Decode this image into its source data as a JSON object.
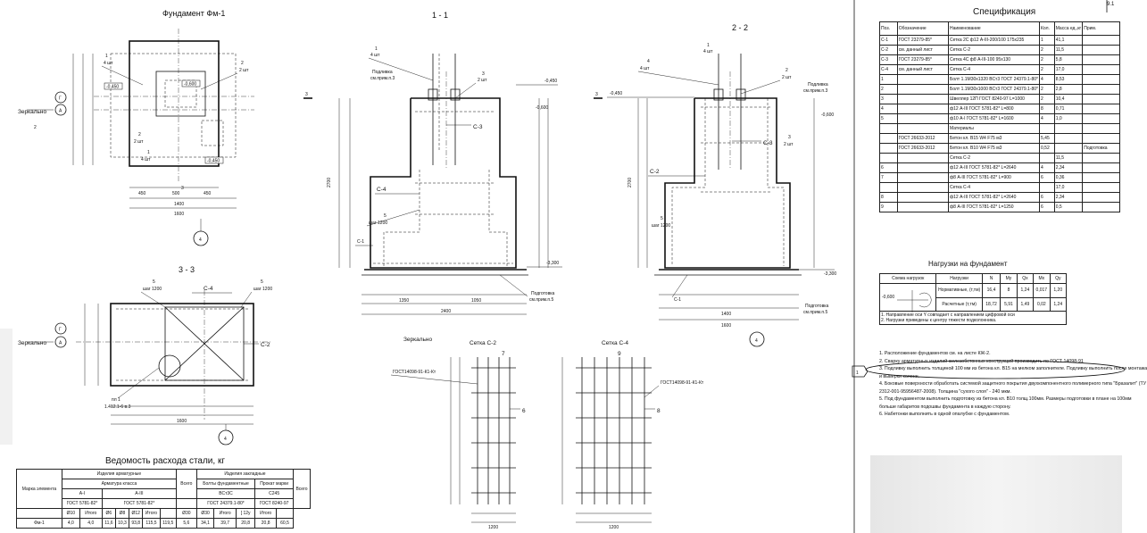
{
  "sheet_number": "9.1",
  "views": {
    "plan": {
      "title": "Фундамент Фм-1",
      "elev_1": "-0,450",
      "elev_2": "-0,600",
      "elev_3": "-0,450",
      "bolt_qty_1": "4",
      "bolt_unit_1": "4 шт",
      "bolt_qty_2": "2",
      "bolt_unit_2": "2 шт",
      "bolt_qty_3": "2",
      "bolt_unit_3": "2 шт",
      "bolt_qty_4": "1",
      "bolt_unit_4": "4 шт",
      "mirror_label": "Зеркально",
      "axis_g": "Г",
      "axis_a": "А",
      "axis_4": "4",
      "dim_450_l": "450",
      "dim_500": "500",
      "dim_450_r": "450",
      "dim_1400": "1400",
      "dim_1600": "1600",
      "cut_2": "2",
      "cut_3": "3"
    },
    "section_1": {
      "title": "1 - 1",
      "note_qty": "1",
      "note_unit": "4 шт",
      "podl_1": "Подливка",
      "podl_2": "см.прим.п.3",
      "bolt_qty": "3",
      "bolt_unit": "2 шт",
      "elev_top": "-0,450",
      "elev_top2": "-0,600",
      "elev_bot": "-3,300",
      "c3": "С-3",
      "c4": "С-4",
      "c1": "С-1",
      "bar_qty": "5",
      "bar_step": "шаг 1200",
      "dim_1350": "1350",
      "dim_1050": "1050",
      "dim_2400": "2400",
      "dim_1200": "1200",
      "dim_2700": "2700",
      "podg_1": "Подготовка",
      "podg_2": "см.прим.п.5",
      "cut": "3"
    },
    "section_2": {
      "title": "2 - 2",
      "note_qty": "1",
      "note_unit": "4 шт",
      "note2_qty": "4",
      "note2_unit": "4 шт",
      "bolt_qty": "2",
      "bolt_unit": "2 шт",
      "podl_1": "Подливка",
      "podl_2": "см.прим.п.3",
      "elev_top": "-0,450",
      "elev_top2": "-0,600",
      "elev_bot": "-3,300",
      "c2": "С-2",
      "c3": "С-3",
      "c1": "С-1",
      "bar_qty": "5",
      "bar_step": "шаг 1200",
      "podg_1": "Подготовка",
      "podg_2": "см.прим.п.5",
      "dim_1400": "1400",
      "dim_1600": "1600",
      "dim_2700": "2700",
      "axis_4": "4",
      "bolt3_qty": "3",
      "bolt3_unit": "2 шт",
      "cut": "3"
    },
    "section_3": {
      "title": "3 - 3",
      "c4": "С-4",
      "c2": "С-2",
      "bar_qty_l": "5",
      "bar_step_l": "шаг 1200",
      "bar_qty_r": "5",
      "bar_step_r": "шаг 1200",
      "mirror_label": "Зеркально",
      "axis_g": "Г",
      "axis_a": "А",
      "axis_4": "4",
      "pl_1": "пл 1",
      "pl_2": "1.412.1-6 в.3",
      "dim_1600": "1600"
    },
    "mesh_c2": {
      "title": "Сетка С-2",
      "pos_top": "7",
      "pos_side": "6",
      "gost": "ГОСТ14098-91-К1-Кт",
      "dim_bottom": "1200",
      "mirror_label": "Зеркально"
    },
    "mesh_c4": {
      "title": "Сетка С-4",
      "pos_top": "9",
      "pos_side": "8",
      "gost": "ГОСТ14098-91-К1-Кт",
      "dim_bottom": "1200"
    }
  },
  "spec": {
    "title": "Спецификация",
    "headers": [
      "Поз.",
      "Обозначение",
      "Наименование",
      "Кол.",
      "Масса ед.,кг",
      "Прим."
    ],
    "rows": [
      [
        "С-1",
        "ГОСТ 23279-85*",
        "Сетка 2С ф12 А-III-200/100 175х235",
        "1",
        "41,1",
        ""
      ],
      [
        "С-2",
        "см. данный лист",
        "Сетка С-2",
        "2",
        "11,5",
        ""
      ],
      [
        "С-3",
        "ГОСТ 23279-85*",
        "Сетка 4С ф8 А-III-100 95х130",
        "2",
        "5,8",
        ""
      ],
      [
        "С-4",
        "см. данный лист",
        "Сетка С-4",
        "2",
        "17,0",
        ""
      ],
      [
        "1",
        "",
        "Болт 1.1М30х1320 ВСт3 ГОСТ 24379.1-80*",
        "4",
        "8,53",
        ""
      ],
      [
        "2",
        "",
        "Болт 1.1М30х1000 ВСт3 ГОСТ 24379.1-80*",
        "2",
        "2,8",
        ""
      ],
      [
        "3",
        "",
        "Швеллер 12П ГОСТ 8240-97 L=1000",
        "2",
        "10,4",
        ""
      ],
      [
        "4",
        "",
        "ф12 А-III ГОСТ 5781-82* L=800",
        "8",
        "0,71",
        ""
      ],
      [
        "5",
        "",
        "ф10 А-I ГОСТ 5781-82* L=1600",
        "4",
        "1,0",
        ""
      ],
      [
        "",
        "",
        "Материалы",
        "",
        "",
        ""
      ],
      [
        "",
        "ГОСТ 26633-2012",
        "Бетон кл. В15 W4 F75 м3",
        "5,45",
        "",
        ""
      ],
      [
        "",
        "ГОСТ 26633-2012",
        "Бетон кл. В10 W4 F75 м3",
        "0,52",
        "",
        "Подготовка"
      ],
      [
        "",
        "",
        "Сетка С-2",
        "",
        "11,5",
        ""
      ],
      [
        "6",
        "",
        "ф12 А-III ГОСТ 5781-82* L=2640",
        "4",
        "2,34",
        ""
      ],
      [
        "7",
        "",
        "ф8 А-III ГОСТ 5781-82* L=900",
        "6",
        "0,36",
        ""
      ],
      [
        "",
        "",
        "Сетка С-4",
        "",
        "17,0",
        ""
      ],
      [
        "8",
        "",
        "ф12 А-III ГОСТ 5781-82* L=2640",
        "6",
        "2,34",
        ""
      ],
      [
        "9",
        "",
        "ф8 А-III ГОСТ 5781-82* L=1250",
        "6",
        "0,5",
        ""
      ]
    ]
  },
  "loads": {
    "title": "Нагрузки на фундамент",
    "headers": [
      "Схема нагрузок",
      "Нагрузки",
      "N",
      "My",
      "Qx",
      "Mx",
      "Qy"
    ],
    "rows": [
      [
        "Нормативные, (т,тм)",
        "16,4",
        "8",
        "1,24",
        "0,017",
        "1,20"
      ],
      [
        "Расчетные (т,тм)",
        "18,72",
        "5,91",
        "1,49",
        "0,02",
        "1,24"
      ]
    ],
    "scheme_elev": "-0,600",
    "footnotes": [
      "1. Направление оси Y совпадает с направлением цифровой оси",
      "2. Нагрузки приведены к центру тяжести подколонника."
    ]
  },
  "notes": [
    "1. Расположение фундаментов см. на листе КЖ-2.",
    "2. Сварку арматурных изделий железобетонных конструкций производить по ГОСТ 14098-91",
    "3. Подливку выполнить толщиной 100 мм из бетона кл. В15 на мелком заполнителе. Подливку выполнить после монтажа",
    "и выверки колонн.",
    "4. Боковые поверхности обработать системой защитного покрытия двухкомпонентного полимерного типа \"Бразалит\" (ТУ",
    "2312-001-95956487-2008). Толщина \"сухого слоя\" - 240 мкм.",
    "5. Под фундаментом выполнить подготовку из бетона кл. В10 толщ.100мм. Размеры подготовки в плане на 100мм",
    "больше габаритов подошвы фундамента в каждую сторону.",
    "6. Набетонки выполнить в одной опалубке с фундаментом."
  ],
  "note_revision": "1",
  "steel": {
    "title": "Ведомость расхода стали, кг",
    "col_mark": "Марка элемента",
    "grp_rebar": "Изделия арматурные",
    "grp_embed": "Изделия закладные",
    "sub_class": "Арматура класса",
    "sub_bolts": "Болты фундаментные",
    "sub_rolled": "Прокат марки",
    "cls_ai": "А-I",
    "cls_aiii": "А-III",
    "std_ai": "ГОСТ 5781-82*",
    "std_aiii": "ГОСТ 5781-82*",
    "bolt_mat": "ВСт3С",
    "rolled_mat": "С245",
    "bolt_std": "ГОСТ 24379.1-80*",
    "rolled_std": "ГОСТ 8240-97",
    "total": "Всего",
    "col_heads": [
      "Ø10",
      "Итого",
      "Ø6",
      "Ø8",
      "Ø12",
      "Итого",
      "",
      "Ø30",
      "Ø30",
      "Итого",
      "[ 12у",
      "Итого",
      ""
    ],
    "row": [
      "Фм-1",
      "4,0",
      "4,0",
      "11,6",
      "10,3",
      "93,8",
      "115,5",
      "119,5",
      "5,6",
      "34,1",
      "39,7",
      "20,8",
      "20,8",
      "60,5"
    ]
  }
}
